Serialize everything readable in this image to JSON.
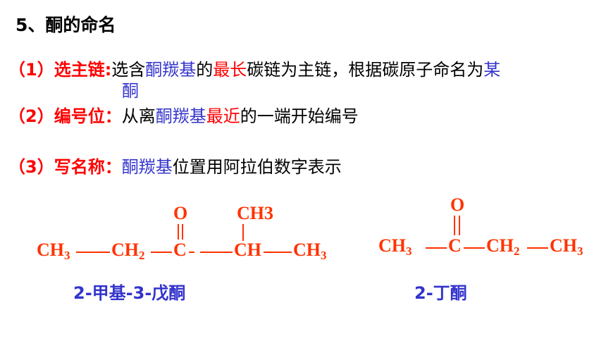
{
  "title": "5、酮的命名",
  "rules": [
    {
      "label": "（1）选主链:",
      "parts": [
        {
          "text": "选含",
          "color": "black"
        },
        {
          "text": "酮羰基",
          "color": "blue"
        },
        {
          "text": "的",
          "color": "black"
        },
        {
          "text": "最长",
          "color": "red"
        },
        {
          "text": "碳链为主链，根据碳原子命名为",
          "color": "black"
        },
        {
          "text": "某",
          "color": "blue"
        }
      ],
      "continuation": "酮"
    },
    {
      "label": "（2）编号位：",
      "parts": [
        {
          "text": "从离",
          "color": "black"
        },
        {
          "text": "酮羰基",
          "color": "blue"
        },
        {
          "text": "最近",
          "color": "red"
        },
        {
          "text": "的一端开始编号",
          "color": "black"
        }
      ]
    },
    {
      "label": "（3）写名称：",
      "parts": [
        {
          "text": "酮羰基",
          "color": "blue"
        },
        {
          "text": "位置用阿拉伯数字表示",
          "color": "black"
        }
      ]
    }
  ],
  "molecules": [
    {
      "name": "2-甲基-3-戊酮",
      "oxygen": "O",
      "methyl": "CH",
      "methyl_sub": "3",
      "groups": [
        {
          "main": "CH",
          "sub": "3"
        },
        {
          "main": "CH",
          "sub": "2"
        },
        {
          "main": "C",
          "sub": ""
        },
        {
          "main": "CH",
          "sub": ""
        },
        {
          "main": "CH",
          "sub": "3"
        }
      ]
    },
    {
      "name": "2-丁酮",
      "oxygen": "O",
      "groups": [
        {
          "main": "CH",
          "sub": "3"
        },
        {
          "main": "C",
          "sub": ""
        },
        {
          "main": "CH",
          "sub": "2"
        },
        {
          "main": "CH",
          "sub": "3"
        }
      ]
    }
  ]
}
